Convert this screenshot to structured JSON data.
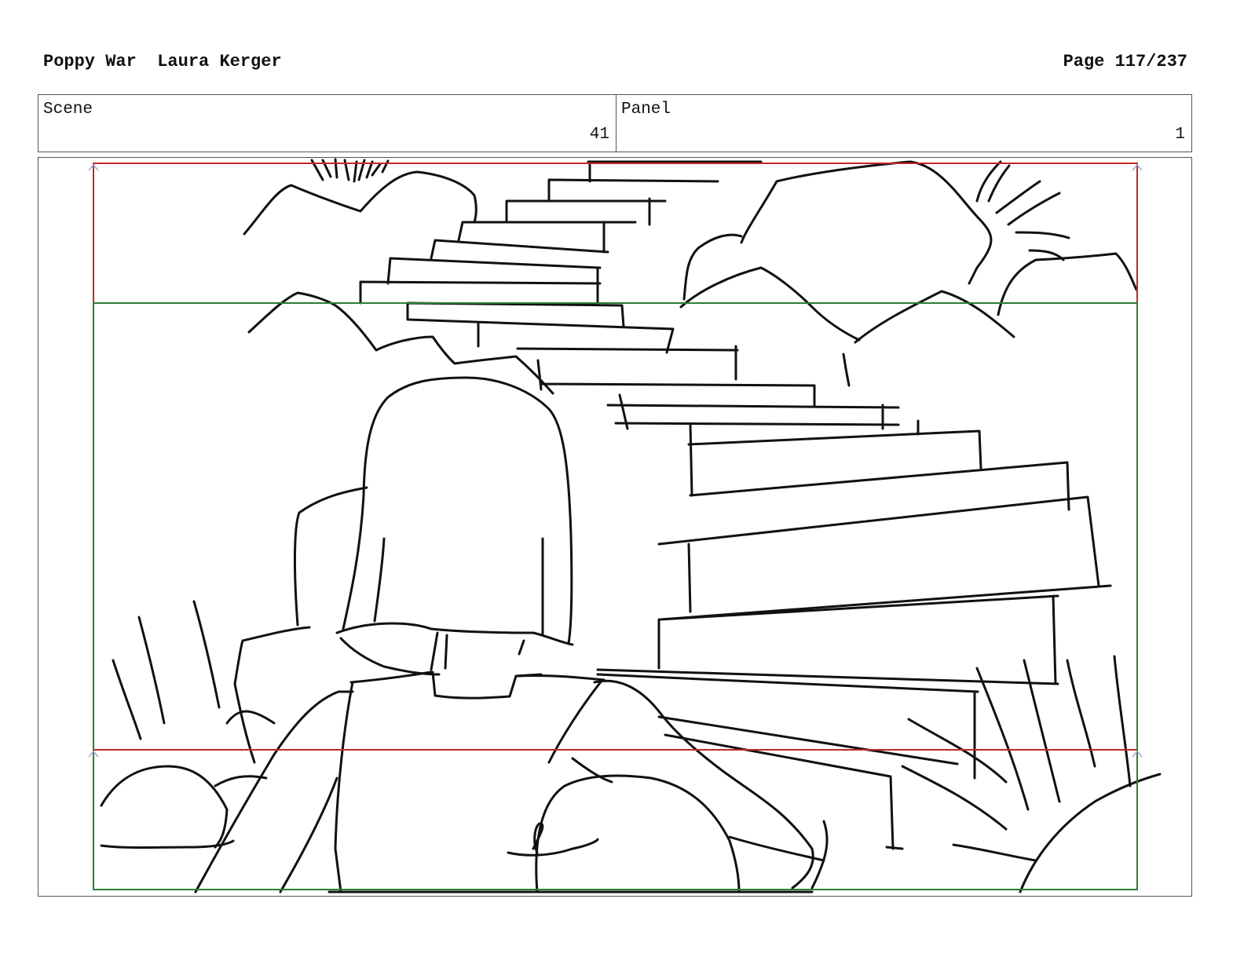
{
  "header": {
    "project": "Poppy War",
    "author": "Laura Kerger",
    "page": "Page 117/237"
  },
  "info": {
    "scene_label": "Scene",
    "scene_number": "41",
    "panel_label": "Panel",
    "panel_number": "1"
  },
  "guides": {
    "safe_color": "#c0272d",
    "action_color": "#2e7d32",
    "arrow_color": "#9aa6d8"
  }
}
